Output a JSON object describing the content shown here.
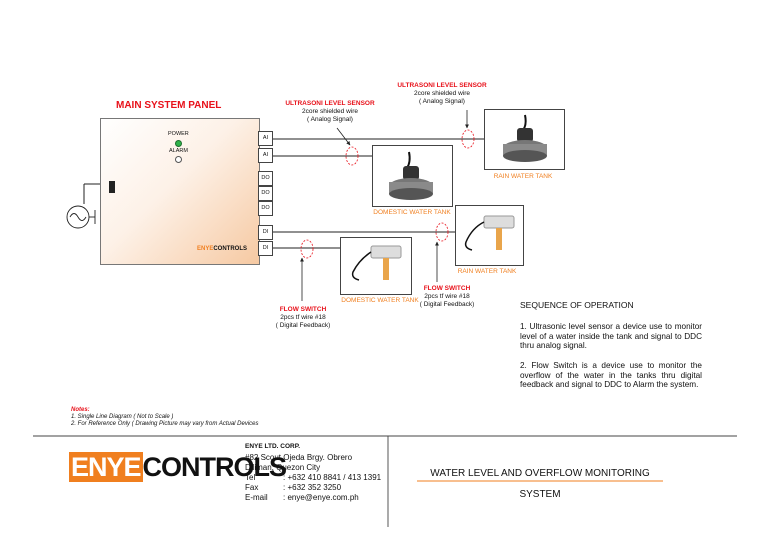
{
  "panel": {
    "title": "MAIN SYSTEM PANEL",
    "power_label": "POWER",
    "alarm_label": "ALARM",
    "brand_left": "ENYE",
    "brand_right": "CONTROLS"
  },
  "terminals": [
    "AI",
    "AI",
    "DO",
    "DO",
    "DO",
    "DI",
    "DI"
  ],
  "sensors": {
    "ultra1": {
      "title": "ULTRASONI LEVEL SENSOR",
      "line1": "2core shielded wire",
      "line2": "( Analog Signal)"
    },
    "ultra2": {
      "title": "ULTRASONI LEVEL SENSOR",
      "line1": "2core shielded wire",
      "line2": "( Analog Signal)"
    },
    "flow1": {
      "title": "FLOW SWITCH",
      "line1": "2pcs tf wire #18",
      "line2": "( Digital Feedback)"
    },
    "flow2": {
      "title": "FLOW SWITCH",
      "line1": "2pcs tf wire #18",
      "line2": "( Digital Feedback)"
    }
  },
  "tanks": {
    "rain_top": "RAIN WATER TANK",
    "domestic_top": "DOMESTIC WATER TANK",
    "rain_bottom": "RAIN WATER TANK",
    "domestic_bottom": "DOMESTIC WATER TANK"
  },
  "sequence": {
    "title": "SEQUENCE OF OPERATION",
    "p1": "1. Ultrasonic level sensor a device use to monitor level of a water inside the tank and signal to DDC thru analog signal.",
    "p2": "2. Flow Switch is a device use to monitor the overflow of the water in the tanks thru digital feedback and signal to DDC to Alarm the system."
  },
  "notes": {
    "title": "Notes:",
    "n1": "1. Single Line Diagram ( Not to Scale )",
    "n2": "2. For Reference Only ( Drawing Picture may vary from Actual Devices"
  },
  "footer": {
    "logo_left": "ENYE",
    "logo_right": "CONTROLS",
    "company": "ENYE LTD. CORP.",
    "address1": "#82 Scout Ojeda Brgy. Obrero",
    "address2": "Diliman, Quezon City",
    "tel_label": "Tel",
    "tel": ": +632 410 8841 / 413 1391",
    "fax_label": "Fax",
    "fax": ": +632 352 3250",
    "email_label": "E-mail",
    "email": ": enye@enye.com.ph",
    "title_line1": "WATER LEVEL AND OVERFLOW MONITORING",
    "title_line2": "SYSTEM"
  },
  "colors": {
    "red": "#e8111a",
    "orange": "#f07f1f",
    "led_green": "#2fb34a"
  }
}
